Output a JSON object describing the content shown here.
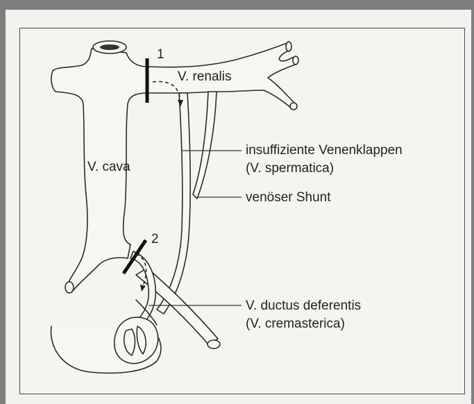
{
  "labels": {
    "renalis": "V. renalis",
    "cava": "V. cava",
    "insuff_line1": "insuffiziente Venenklappen",
    "insuff_line2": "(V. spermatica)",
    "shunt": "venöser Shunt",
    "ductus_line1": "V. ductus deferentis",
    "ductus_line2": "(V. cremasterica)",
    "marker1": "1",
    "marker2": "2"
  }
}
